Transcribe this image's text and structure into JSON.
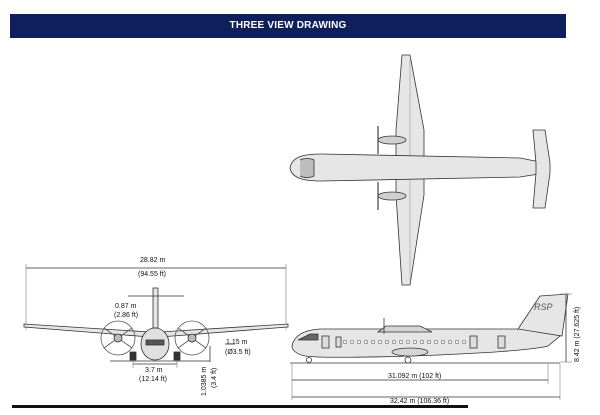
{
  "header": {
    "title": "THREE VIEW DRAWING"
  },
  "front_view": {
    "span_m": "28.82 m",
    "span_ft": "(94.55 ft)",
    "prop_clearance_m": "0.87 m",
    "prop_clearance_ft": "(2.86 ft)",
    "gear_track_m": "3.7 m",
    "gear_track_ft": "(12.14 ft)",
    "ground_clearance_m": "1.0385 m",
    "ground_clearance_ft": "(3.4 ft)",
    "prop_dia_m": "1.15 m",
    "prop_dia_ft": "(Ø3.5 ft)"
  },
  "side_view": {
    "fuselage_m": "31.092 m",
    "fuselage_ft": "(102 ft)",
    "overall_m": "32.42 m",
    "overall_ft": "(106.36 ft)",
    "height": "8.42 m (27.625 ft)",
    "tail_logo": "RSP"
  },
  "colors": {
    "banner": "#0f1f5c",
    "aircraft_fill": "#e6e6e6",
    "line": "#222222"
  }
}
